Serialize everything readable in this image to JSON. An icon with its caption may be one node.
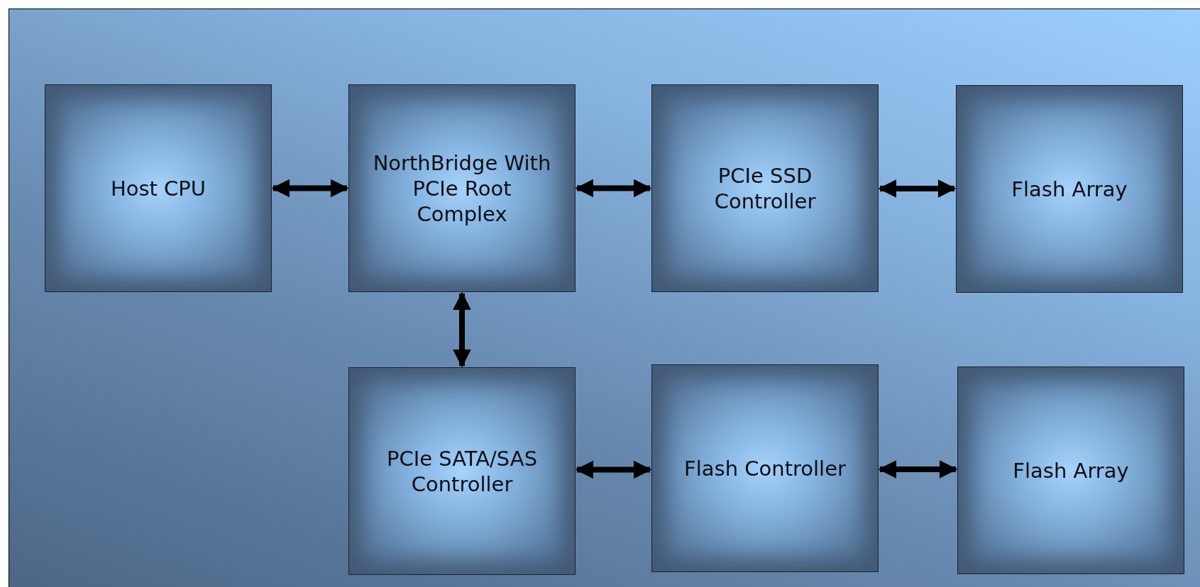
{
  "diagram": {
    "nodes": [
      {
        "text": [
          "Host CPU"
        ]
      },
      {
        "text": [
          "NorthBridge With PCIe Root Complex"
        ]
      },
      {
        "text": [
          "PCIe SSD Controller"
        ]
      },
      {
        "text": [
          "Flash Array"
        ]
      },
      {
        "text": [
          "PCIe SATA/SAS Controller"
        ]
      },
      {
        "text": [
          "Flash Controller"
        ]
      },
      {
        "text": [
          "Flash Array"
        ]
      }
    ],
    "edges": [
      {
        "from": 0,
        "to": 1,
        "arrow": "both"
      },
      {
        "from": 1,
        "to": 2,
        "arrow": "both"
      },
      {
        "from": 2,
        "to": 3,
        "arrow": "both"
      },
      {
        "from": 1,
        "to": 4,
        "arrow": "both"
      },
      {
        "from": 4,
        "to": 5,
        "arrow": "both"
      },
      {
        "from": 5,
        "to": 6,
        "arrow": "both"
      }
    ]
  }
}
